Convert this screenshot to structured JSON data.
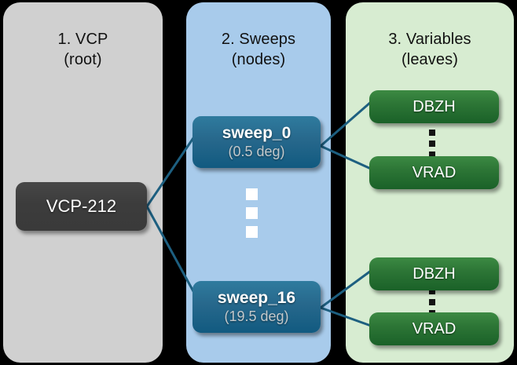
{
  "diagram": {
    "background_color": "#000000",
    "edge_color": "#1d5f80",
    "columns": [
      {
        "id": "vcp",
        "title": "1. VCP\n(root)",
        "color": "#d0d0d0"
      },
      {
        "id": "sweeps",
        "title": "2. Sweeps\n(nodes)",
        "color": "#a8cbeb"
      },
      {
        "id": "variables",
        "title": "3. Variables\n(leaves)",
        "color": "#d7ecd1"
      }
    ],
    "root_node": {
      "label": "VCP-212",
      "color": "#3c3c3c"
    },
    "sweep_nodes": [
      {
        "label": "sweep_0",
        "detail": "(0.5 deg)",
        "color": "#27688c"
      },
      {
        "label": "sweep_16",
        "detail": "(19.5 deg)",
        "color": "#27688c"
      }
    ],
    "variable_groups": [
      {
        "parent": "sweep_0",
        "nodes": [
          {
            "label": "DBZH",
            "color": "#2d7636"
          },
          {
            "label": "VRAD",
            "color": "#2d7636"
          }
        ],
        "ellipsis": "vertical-ellipsis"
      },
      {
        "parent": "sweep_16",
        "nodes": [
          {
            "label": "DBZH",
            "color": "#2d7636"
          },
          {
            "label": "VRAD",
            "color": "#2d7636"
          }
        ],
        "ellipsis": "vertical-ellipsis"
      }
    ],
    "sweep_ellipsis": "vertical-ellipsis"
  }
}
